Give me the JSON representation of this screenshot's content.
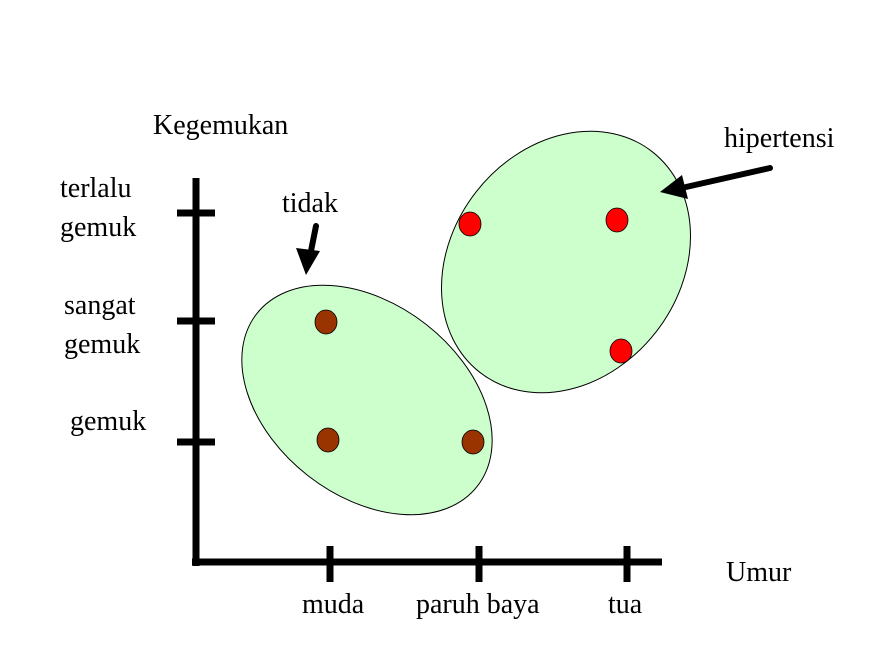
{
  "y_axis": {
    "title": "Kegemukan",
    "levels": [
      {
        "lines": [
          "gemuk"
        ]
      },
      {
        "lines": [
          "sangat",
          "gemuk"
        ]
      },
      {
        "lines": [
          "terlalu",
          "gemuk"
        ]
      }
    ]
  },
  "x_axis": {
    "title": "Umur",
    "levels": [
      "muda",
      "paruh baya",
      "tua"
    ]
  },
  "groups": [
    {
      "label": "tidak",
      "point_color": "#993300",
      "fill": "#ccffcc",
      "points": [
        {
          "umur": "muda",
          "kegemukan": "sangat gemuk"
        },
        {
          "umur": "muda",
          "kegemukan": "gemuk"
        },
        {
          "umur": "paruh baya",
          "kegemukan": "gemuk"
        }
      ]
    },
    {
      "label": "hipertensi",
      "point_color": "#ff0000",
      "fill": "#ccffcc",
      "points": [
        {
          "umur": "paruh baya",
          "kegemukan": "terlalu gemuk"
        },
        {
          "umur": "tua",
          "kegemukan": "terlalu gemuk"
        },
        {
          "umur": "tua",
          "kegemukan": "sangat gemuk"
        }
      ]
    }
  ]
}
